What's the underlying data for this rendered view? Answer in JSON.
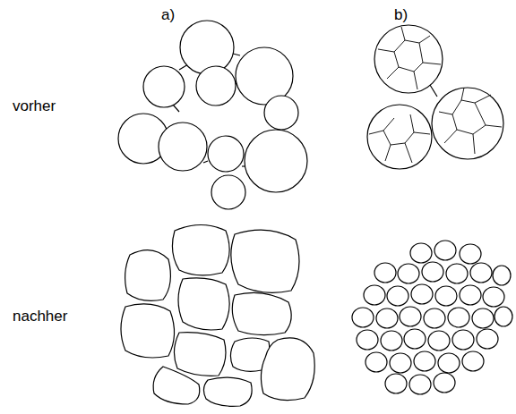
{
  "diagram": {
    "labels": [
      "a)",
      "b)",
      "vorher",
      "nachher"
    ]
  }
}
